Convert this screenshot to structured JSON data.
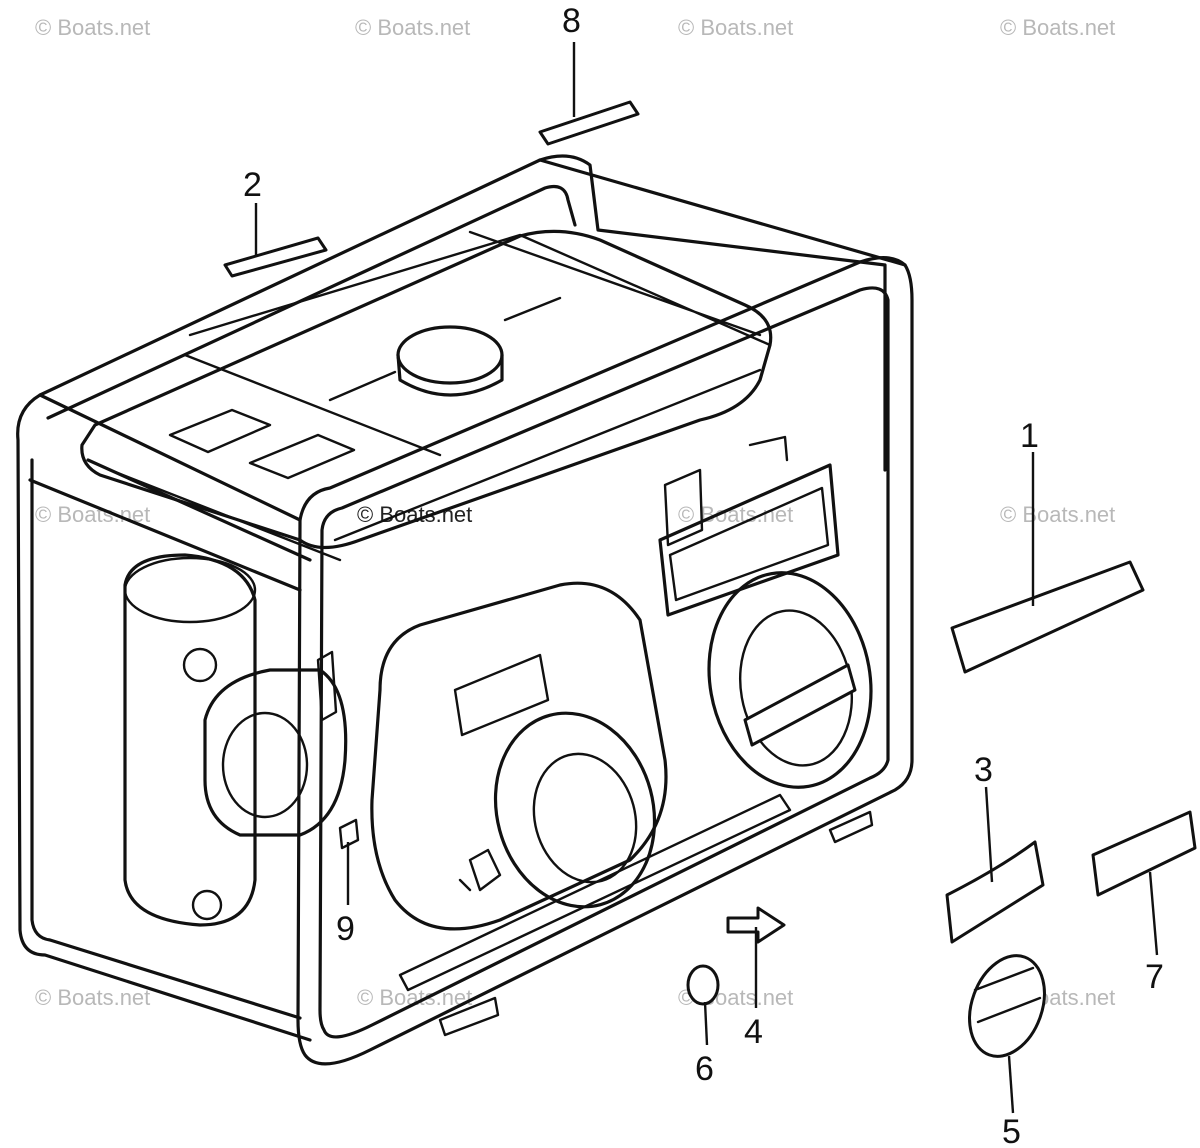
{
  "diagram": {
    "watermark_text": "© Boats.net",
    "callouts": [
      {
        "id": "1",
        "label": "1"
      },
      {
        "id": "2",
        "label": "2"
      },
      {
        "id": "3",
        "label": "3"
      },
      {
        "id": "4",
        "label": "4"
      },
      {
        "id": "5",
        "label": "5"
      },
      {
        "id": "6",
        "label": "6"
      },
      {
        "id": "7",
        "label": "7"
      },
      {
        "id": "8",
        "label": "8"
      },
      {
        "id": "9",
        "label": "9"
      }
    ]
  },
  "colors": {
    "line": "#111111",
    "watermark": "#b8b8b8",
    "background": "#ffffff"
  }
}
